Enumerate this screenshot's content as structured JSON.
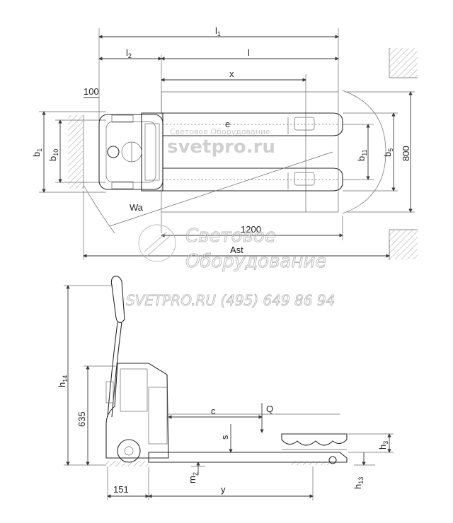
{
  "top_view": {
    "labels": {
      "l1": {
        "main": "l",
        "sub": "1"
      },
      "l2": {
        "main": "l",
        "sub": "2"
      },
      "l": "l",
      "x": "x",
      "d100": "100",
      "b1": {
        "main": "b",
        "sub": "1"
      },
      "b10": {
        "main": "b",
        "sub": "10"
      },
      "b11": {
        "main": "b",
        "sub": "11"
      },
      "b5": {
        "main": "b",
        "sub": "5"
      },
      "d800": "800",
      "wa": "Wa",
      "d1200": "1200",
      "ast": "Ast",
      "e": "e"
    }
  },
  "side_view": {
    "labels": {
      "h14": {
        "main": "h",
        "sub": "14"
      },
      "d635": "635",
      "c": "c",
      "q": "Q",
      "s": "s",
      "h3": {
        "main": "h",
        "sub": "3"
      },
      "m2": {
        "main": "m",
        "sub": "2"
      },
      "h13": {
        "main": "h",
        "sub": "13"
      },
      "d151": "151",
      "y": "y"
    }
  },
  "watermark": {
    "small_text": "Световое Оборудование",
    "url_text": "svetpro.ru",
    "line1": "Световое",
    "line2": "Оборудование",
    "contact": "SVETPRO.RU   (495) 649 86 94"
  },
  "colors": {
    "line": "#2a2a2a",
    "watermark": "#b8b8b8"
  }
}
